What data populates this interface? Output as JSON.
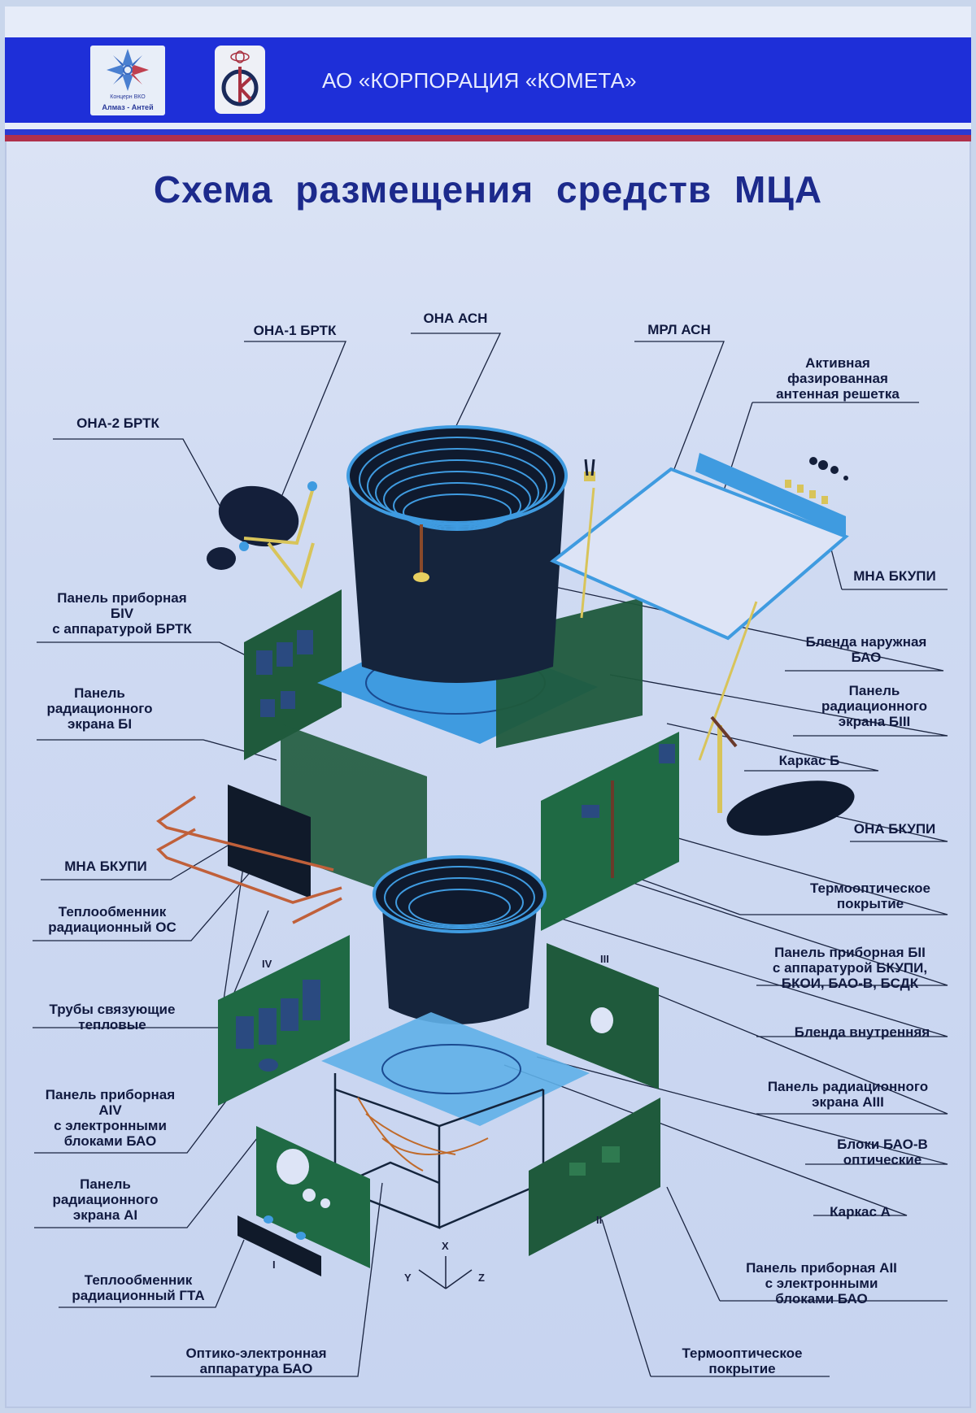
{
  "header": {
    "company_name": "АО «КОРПОРАЦИЯ «КОМЕТА»",
    "logo_left": {
      "caption_small": "Концерн ВКО",
      "caption_main": "Алмаз - Антей"
    },
    "logo_right": {
      "letter": "К"
    }
  },
  "title": "Схема размещения средств МЦА",
  "labels": {
    "ona1_brtk": "ОНА-1 БРТК",
    "ona_asn": "ОНА АСН",
    "mrl_asn": "МРЛ АСН",
    "afar": "Активная\nфазированная\nантенная решетка",
    "ona2_brtk": "ОНА-2 БРТК",
    "mna_bkupi_right": "МНА БКУПИ",
    "panel_biv": "Панель приборная\nБIV\nс аппаратурой БРТК",
    "blenda_outer": "Бленда наружная\nБАО",
    "panel_screen_bi": "Панель\nрадиационного\nэкрана БI",
    "panel_screen_biii": "Панель\nрадиационного\nэкрана БIII",
    "karkas_b": "Каркас Б",
    "ona_bkupi": "ОНА БКУПИ",
    "mna_bkupi_left": "МНА БКУПИ",
    "thermo_coating_1": "Термооптическое\nпокрытие",
    "heat_exchanger_os": "Теплообменник\nрадиационный ОС",
    "panel_bii": "Панель приборная БII\nс аппаратурой БКУПИ,\nБКОИ, БАО-В, БСДК",
    "heat_pipes": "Трубы связующие\nтепловые",
    "blenda_inner": "Бленда внутренняя",
    "panel_aiv": "Панель приборная\nAIV\nс электронными\nблоками БАО",
    "panel_screen_aiii": "Панель радиационного\nэкрана AIII",
    "bao_v_blocks": "Блоки БАО-В\nоптические",
    "panel_screen_ai": "Панель\nрадиационного\nэкрана AI",
    "karkas_a": "Каркас А",
    "heat_exchanger_gta": "Теплообменник\nрадиационный ГТА",
    "panel_aii": "Панель приборная AII\nс электронными\nблоками БАО",
    "optoelectronic_bao": "Оптико-электронная\nаппаратура БАО",
    "thermo_coating_2": "Термооптическое\nпокрытие"
  },
  "panel_numerals": {
    "iv": "IV",
    "iii": "III",
    "i": "I",
    "ii": "II"
  },
  "axes": {
    "x": "X",
    "y": "Y",
    "z": "Z"
  },
  "colors": {
    "header_blue": "#1e2fd8",
    "title_blue": "#1c2a8c",
    "stripe_red": "#b0304a",
    "panel_green": "#1f5a3c",
    "structure_dark": "#14243c",
    "frame_blue": "#3f9be0",
    "gold": "#d8c45a",
    "pipe_copper": "#c0603a"
  }
}
